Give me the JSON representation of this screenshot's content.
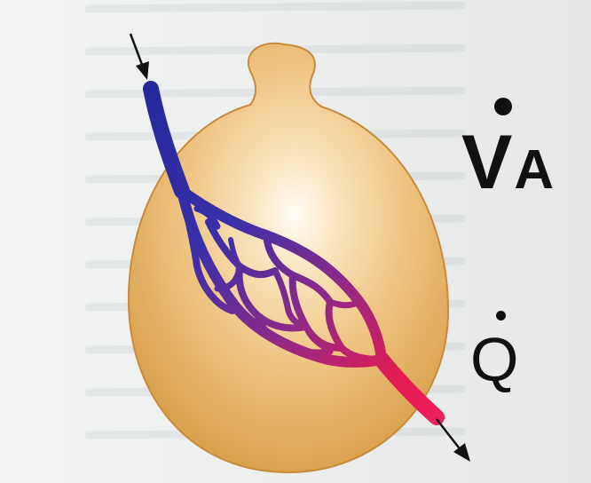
{
  "labels": {
    "ventilation_letter": "V",
    "ventilation_subscript": "A",
    "perfusion_letter": "Q"
  },
  "colors": {
    "alveolus": "#e9b765",
    "venous_blood": "#2a2e9a",
    "arterial_blood": "#e8204a",
    "text": "#111111"
  }
}
